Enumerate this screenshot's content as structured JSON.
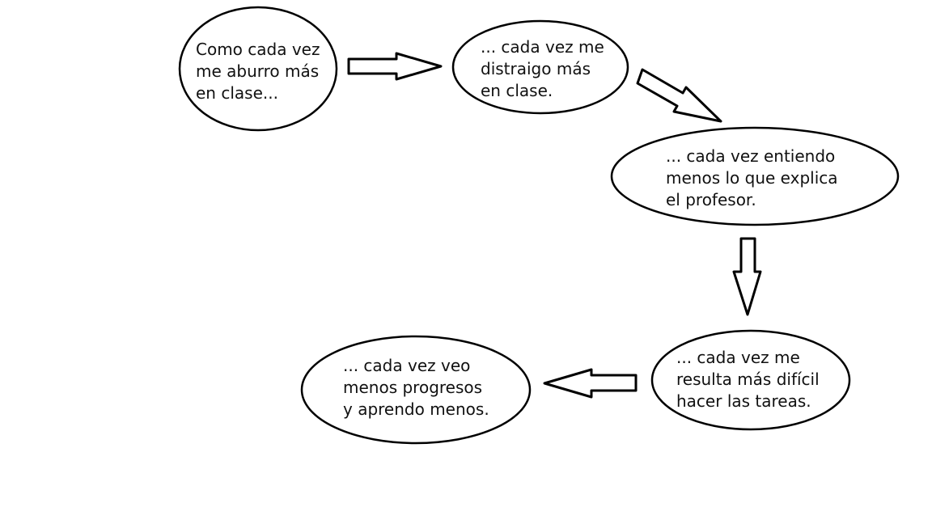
{
  "colors": {
    "stroke": "#000000",
    "fill": "#ffffff",
    "text": "#111111"
  },
  "nodes": [
    {
      "id": "n1",
      "lines": [
        "Como cada vez",
        "me aburro más",
        "en clase..."
      ]
    },
    {
      "id": "n2",
      "lines": [
        "... cada vez me",
        "distraigo más",
        "en clase."
      ]
    },
    {
      "id": "n3",
      "lines": [
        "... cada vez entiendo",
        "menos lo que explica",
        "el profesor."
      ]
    },
    {
      "id": "n4",
      "lines": [
        "... cada vez me",
        "resulta más difícil",
        "hacer las tareas."
      ]
    },
    {
      "id": "n5",
      "lines": [
        "... cada vez veo",
        "menos progresos",
        "y aprendo menos."
      ]
    }
  ],
  "edges": [
    {
      "from": "n1",
      "to": "n2"
    },
    {
      "from": "n2",
      "to": "n3"
    },
    {
      "from": "n3",
      "to": "n4"
    },
    {
      "from": "n4",
      "to": "n5"
    }
  ]
}
